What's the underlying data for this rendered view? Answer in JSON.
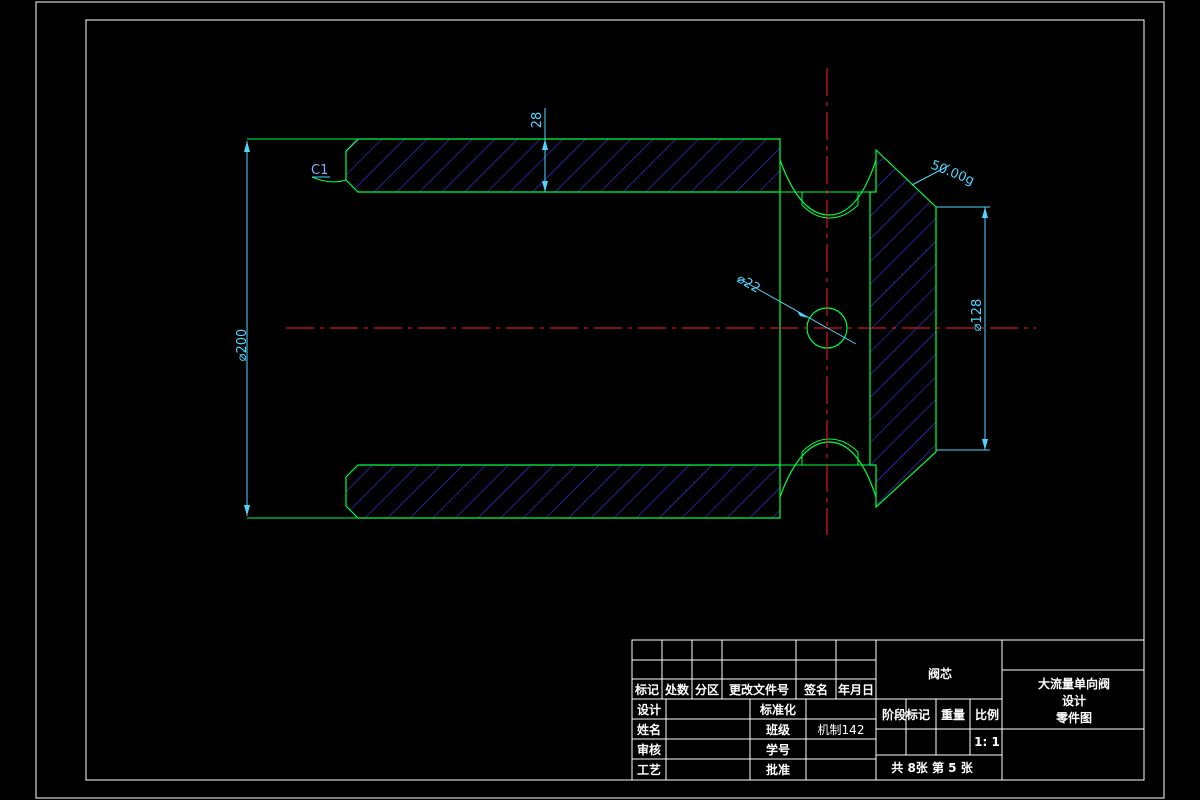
{
  "colors": {
    "background": "#000000",
    "frame": "#ffffff",
    "outline": "#00ff40",
    "hatch": "#3a3aff",
    "dimension": "#4fd6ff",
    "centerline": "#ff2020",
    "titleblock_text": "#ffffff"
  },
  "dimensions": {
    "d200": "⌀200",
    "w28": "28",
    "c1": "C1",
    "angle": "50.00g",
    "d22": "⌀22",
    "d128": "⌀128"
  },
  "titleblock": {
    "header_row": [
      "标记",
      "处数",
      "分区",
      "更改文件号",
      "签名",
      "年月日"
    ],
    "row_design": {
      "label": "设计",
      "std_label": "标准化"
    },
    "row_name": {
      "label": "姓名",
      "class_label": "班级",
      "class_value": "机制142"
    },
    "row_review": {
      "label": "审核",
      "id_label": "学号"
    },
    "row_craft": {
      "label": "工艺",
      "approve_label": "批准"
    },
    "part_name": "阀芯",
    "stage_headers": [
      "阶段标记",
      "重量",
      "比例"
    ],
    "scale": "1: 1",
    "sheets": "共 8张 第 5 张",
    "project_line1": "大流量单向阀",
    "project_line2": "设计",
    "project_line3": "零件图"
  }
}
